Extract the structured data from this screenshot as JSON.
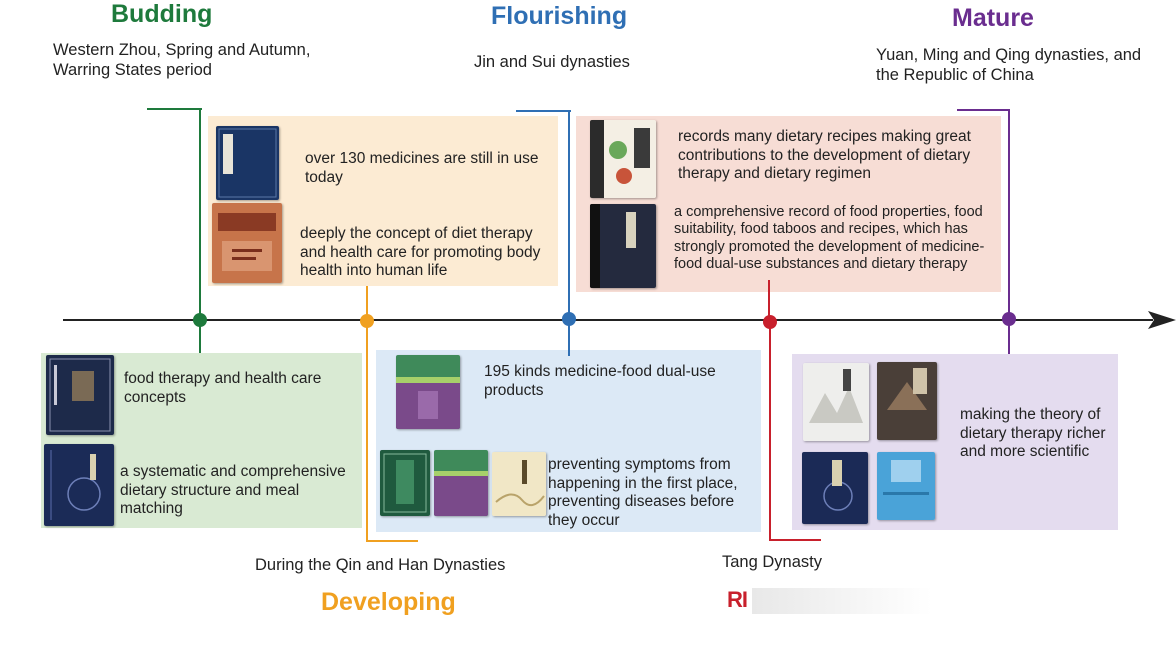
{
  "stages": {
    "budding": {
      "title": "Budding",
      "period": "Western Zhou, Spring and Autumn, Warring States period",
      "color": "#1e7a3c"
    },
    "developing": {
      "title": "Developing",
      "period": "During the Qin and Han Dynasties",
      "color": "#f0a020"
    },
    "flourishing": {
      "title": "Flourishing",
      "period": "Jin and Sui dynasties",
      "color": "#2f6fb4"
    },
    "tang": {
      "period": "Tang Dynasty",
      "color": "#c8202c"
    },
    "mature": {
      "title": "Mature",
      "period": "Yuan, Ming and Qing dynasties, and the Republic of China",
      "color": "#6a2d8f"
    }
  },
  "notes": {
    "budding_1": "food therapy and health care concepts",
    "budding_2": "a systematic and comprehensive dietary structure and meal matching",
    "developing_1": "over 130 medicines are  still in use today",
    "developing_2": "deeply the concept of diet therapy and health care for promoting body health into human life",
    "flourishing_1": "195 kinds medicine-food dual-use products",
    "flourishing_2": "preventing symptoms from happening in the first place, preventing diseases before they occur",
    "tang_1": "records many dietary recipes making great contributions to the development of dietary therapy  and dietary  regimen",
    "tang_2": "a comprehensive record of food properties, food suitability, food taboos and recipes, which has strongly promoted the development of medicine-food dual-use substances and dietary therapy",
    "mature_1": "making the theory of dietary  therapy richer and  more scientific"
  },
  "watermark": "RI",
  "colors": {
    "axis": "#222222",
    "panel_green": "#d9ead3",
    "panel_orange": "#fcebd3",
    "panel_blue": "#dce9f6",
    "panel_pink": "#f7ddd5",
    "panel_purple": "#e4dcef"
  },
  "icons": {
    "axis_arrow": "arrow-right-icon",
    "book_cover": "book-cover-icon"
  }
}
